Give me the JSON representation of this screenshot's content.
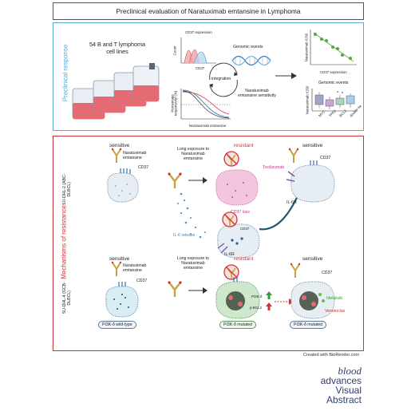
{
  "title": "Preclinical evaluation of Naratuximab emtansine in Lymphoma",
  "panel1": {
    "side_label": "Preclinical response",
    "cell_lines": "54 B and T lymphoma cell lines",
    "cd37_expression": "CD37 expression",
    "count_axis": "Count",
    "cd37_axis": "CD37",
    "genomic_events": "Genomic events",
    "integration": "integration",
    "sensitivity": "Naratuximab emtansine sensitivity",
    "percentage_axis": "Percentage responsivity (%)",
    "drug_axis": "Naratuximab emtansine",
    "scatter_y": "Naratuximab IC50",
    "scatter_x": "CD37 expression",
    "box_title": "Genomic events",
    "box_y": "Naratuximab IC50",
    "box_cats": [
      "MYC",
      "TP53",
      "BCL2",
      "double hit"
    ]
  },
  "panel2": {
    "side_label": "Mechanisms of resistance",
    "row1_cell": "SU-DHL-2 (ABC-DLBCL)",
    "row2_cell": "SU-DHL-4 (GCB-DLBCL)",
    "sensitive": "sensitive",
    "resistant": "resistant",
    "drug": "Naratuximab emtansine",
    "cd37": "CD37",
    "long_exposure": "Long exposure to Naratuximab emtansine",
    "cd37_loss": "CD37 loss",
    "il6_release": "IL-6 release",
    "il6r": "IL-6R",
    "tocilizumab": "Tocilizumab",
    "pi3k_wt": "PI3K-δ wild-type",
    "pi3k_mut": "PI3K-δ mutated",
    "pi3k_up": "PI3K-δ",
    "bcl2_up": "p-BCL2",
    "idelalisib": "Idelalisib",
    "venetoclax": "Venetoclax"
  },
  "footer": {
    "credit": "Created with BioRender.com",
    "brand1": "blood",
    "brand2": "advances",
    "brand3": "Visual",
    "brand4": "Abstract"
  },
  "colors": {
    "preclinical_border": "#5aa9d6",
    "mechanisms_border": "#c9343a",
    "resistant_text": "#d2333a",
    "tocilizumab_text": "#c2338a",
    "idelalisib_text": "#3a9a3a",
    "venetoclax_text": "#c9343a"
  }
}
